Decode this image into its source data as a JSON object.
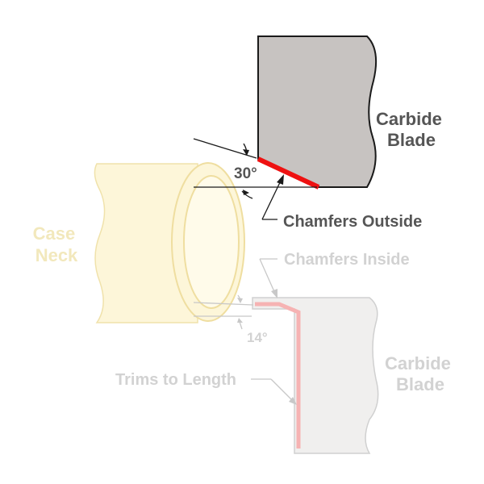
{
  "labels": {
    "top_blade": [
      "Carbide",
      "Blade"
    ],
    "top_angle": "30°",
    "chamfers_outside": "Chamfers Outside",
    "case_neck": [
      "Case",
      "Neck"
    ],
    "chamfers_inside": "Chamfers Inside",
    "bottom_angle": "14°",
    "trims_to_length": "Trims to Length",
    "bottom_blade": [
      "Carbide",
      "Blade"
    ]
  },
  "colors": {
    "blade_fill": "#c7c3c1",
    "blade_fill_faded": "#f0efee",
    "outline": "#1a1a1a",
    "outline_faded": "#d0d0d0",
    "chamfer_red": "#ee1111",
    "chamfer_pink": "#f6b3b3",
    "case_fill": "#fdf6d9",
    "case_outline": "#f0e2ab",
    "label_dark": "#555555",
    "label_faded": "#d2d2d2",
    "case_label": "#f2e8bc"
  }
}
